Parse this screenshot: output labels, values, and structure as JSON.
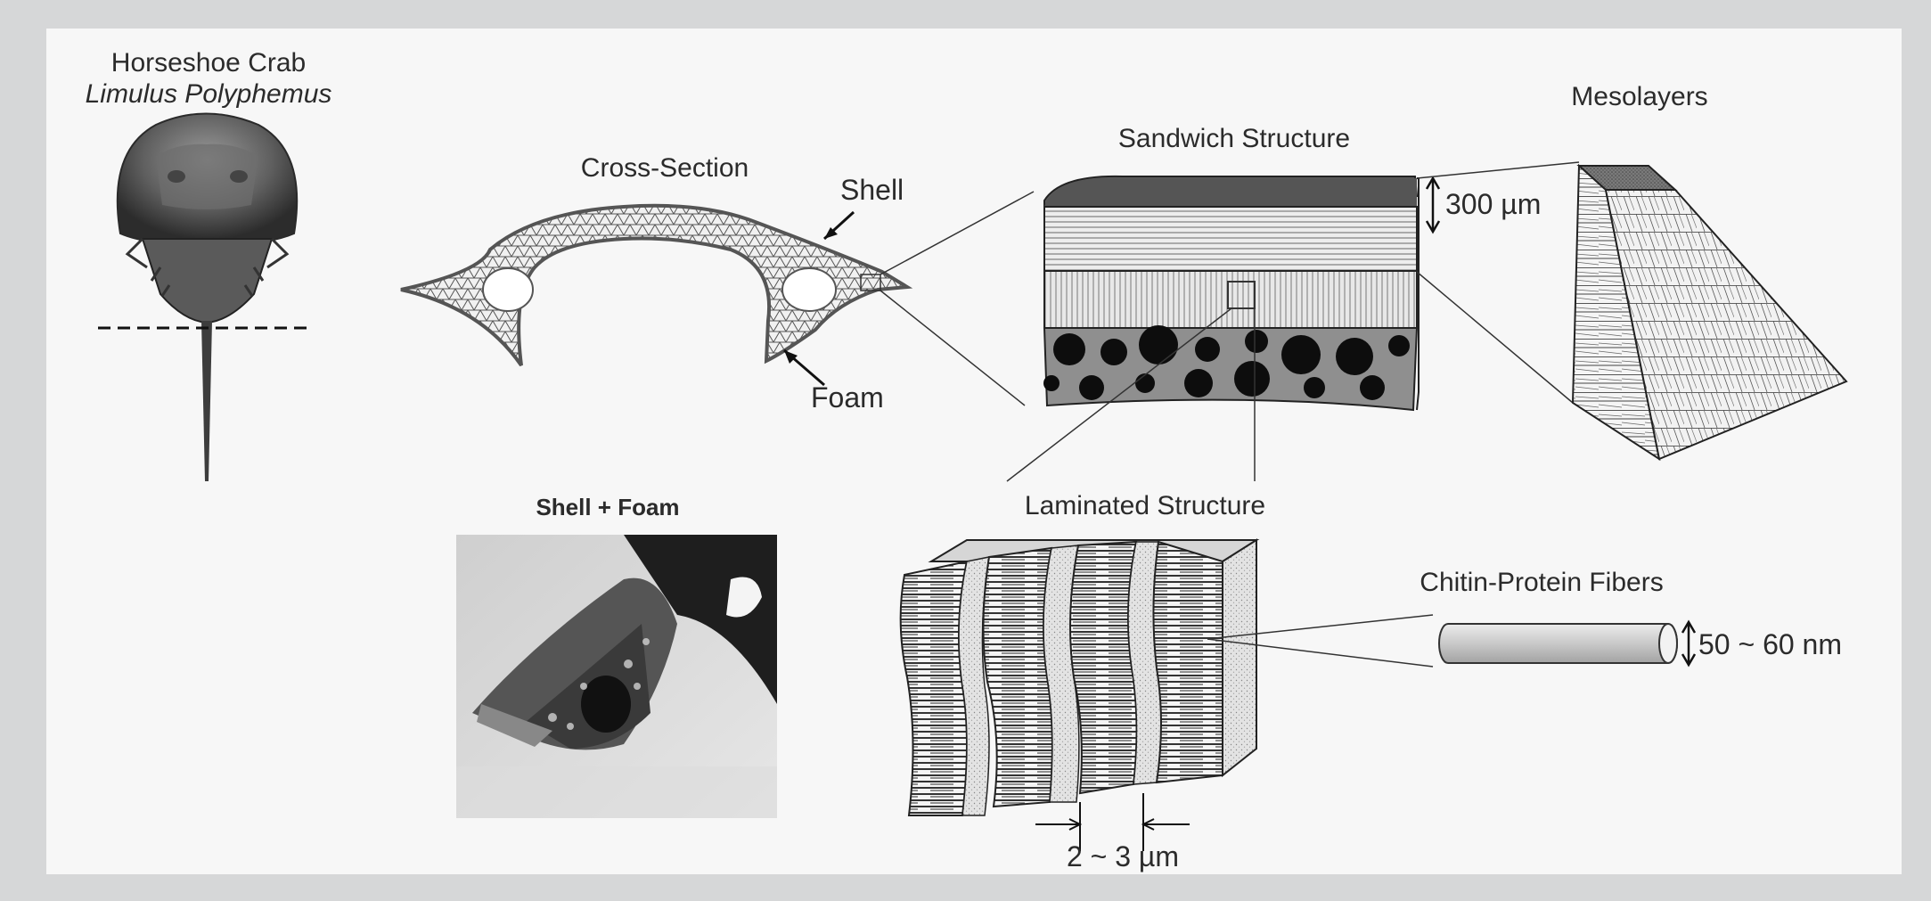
{
  "crab": {
    "title_line1": "Horseshoe Crab",
    "title_line2": "Limulus Polyphemus"
  },
  "cross_section": {
    "title": "Cross-Section",
    "shell_label": "Shell",
    "foam_label": "Foam"
  },
  "photo": {
    "title": "Shell + Foam"
  },
  "sandwich": {
    "title": "Sandwich Structure",
    "thickness": "300 µm"
  },
  "mesolayers": {
    "title": "Mesolayers"
  },
  "laminated": {
    "title": "Laminated Structure",
    "spacing": "2 ~ 3 µm"
  },
  "fibers": {
    "title": "Chitin-Protein Fibers",
    "diameter": "50 ~ 60 nm"
  },
  "colors": {
    "page_bg": "#d6d7d8",
    "panel_bg": "#f7f7f7",
    "ink": "#2b2b2b",
    "shell_gray": "#8a8a8a",
    "foam_dark": "#111111"
  }
}
